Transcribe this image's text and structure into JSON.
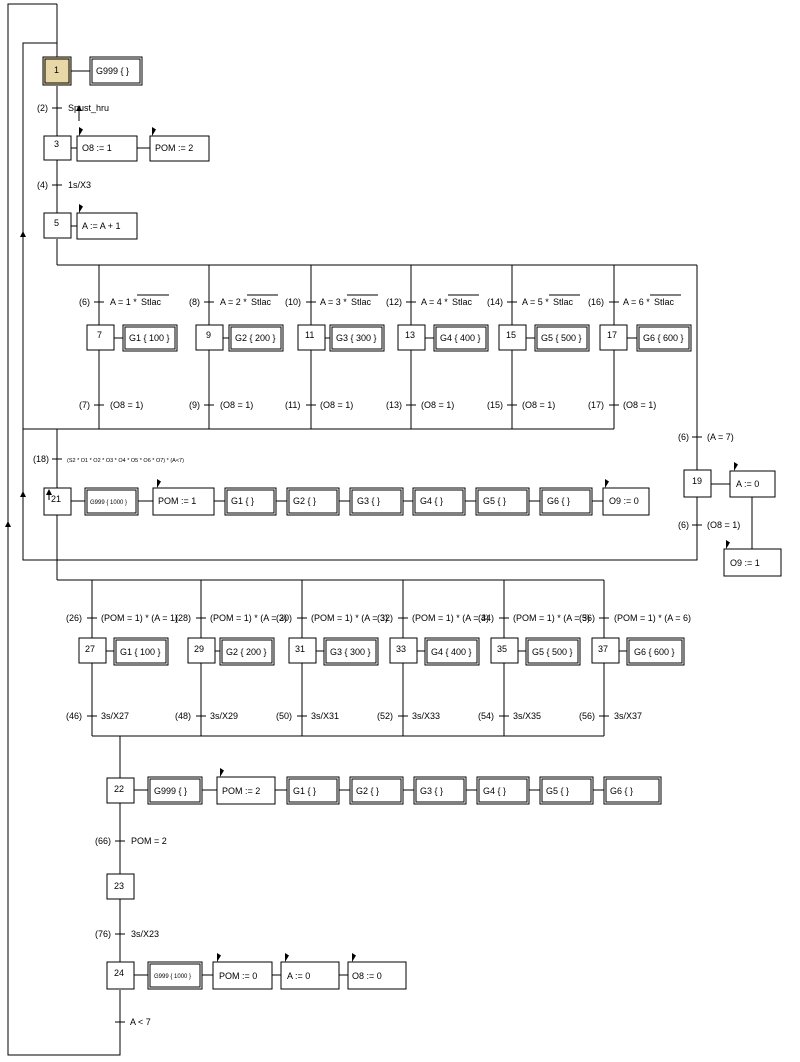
{
  "diagram": {
    "steps": {
      "s1": "1",
      "s3": "3",
      "s5": "5",
      "s7": "7",
      "s9": "9",
      "s11": "11",
      "s13": "13",
      "s15": "15",
      "s17": "17",
      "s19": "19",
      "s21": "21",
      "s27": "27",
      "s29": "29",
      "s31": "31",
      "s33": "33",
      "s35": "35",
      "s37": "37",
      "s22": "22",
      "s23": "23",
      "s24": "24"
    },
    "actions": {
      "a1": "G999 {  }",
      "a3a": "O8 := 1",
      "a3b": "POM := 2",
      "a5": "A := A + 1",
      "a7": "G1 { 100 }",
      "a9": "G2 { 200 }",
      "a11": "G3 { 300 }",
      "a13": "G4 { 400 }",
      "a15": "G5 { 500 }",
      "a17": "G6 { 600 }",
      "a19": "A := 0",
      "o9": "O9 := 1",
      "a21a": "G999 { 1000 }",
      "a21b": "POM := 1",
      "a21c": "G1 {  }",
      "a21d": "G2 {  }",
      "a21e": "G3 {  }",
      "a21f": "G4 {  }",
      "a21g": "G5 {  }",
      "a21h": "G6 {  }",
      "a21i": "O9 := 0",
      "a27": "G1 { 100 }",
      "a29": "G2 { 200 }",
      "a31": "G3 { 300 }",
      "a33": "G4 { 400 }",
      "a35": "G5 { 500 }",
      "a37": "G6 { 600 }",
      "a22a": "G999 {  }",
      "a22b": "POM := 2",
      "a22c": "G1 {  }",
      "a22d": "G2 {  }",
      "a22e": "G3 {  }",
      "a22f": "G4 {  }",
      "a22g": "G5 {  }",
      "a22h": "G6 {  }",
      "a24a": "G999 { 1000 }",
      "a24b": "POM := 0",
      "a24c": "A := 0",
      "a24d": "O8 := 0"
    },
    "transitions": {
      "t2n": "(2)",
      "t2": "Spust_hru",
      "t4n": "(4)",
      "t4": "1s/X3",
      "t6n": "(6)",
      "t6": "A = 1 *",
      "t8n": "(8)",
      "t8": "A = 2 *",
      "t10n": "(10)",
      "t10": "A = 3 *",
      "t12n": "(12)",
      "t12": "A = 4 *",
      "t14n": "(14)",
      "t14": "A = 5 *",
      "t16n": "(16)",
      "t16": "A = 6 *",
      "stlac": "Stlac",
      "t7n": "(7)",
      "t9n": "(9)",
      "t11n": "(11)",
      "t13n": "(13)",
      "t15n": "(15)",
      "t17n": "(17)",
      "o8eq1": "(O8 = 1)",
      "tA7n": "(6)",
      "tA7": "(A = 7)",
      "tO8n": "(6)",
      "tO8": "(O8 = 1)",
      "t18n": "(18)",
      "t18": "(S2 * O1 * O2 * O3 * O4 * O5 * O6 * O7) * (A<7)",
      "t26n": "(26)",
      "t26": "(POM = 1) * (A = 1)",
      "t28n": "(28)",
      "t28": "(POM = 1) * (A = 2)",
      "t30n": "(30)",
      "t30": "(POM = 1) * (A = 3)",
      "t32n": "(32)",
      "t32": "(POM = 1) * (A = 4)",
      "t34n": "(34)",
      "t34": "(POM = 1) * (A = 5)",
      "t36n": "(36)",
      "t36": "(POM = 1) * (A = 6)",
      "t46n": "(46)",
      "t46": "3s/X27",
      "t48n": "(48)",
      "t48": "3s/X29",
      "t50n": "(50)",
      "t50": "3s/X31",
      "t52n": "(52)",
      "t52": "3s/X33",
      "t54n": "(54)",
      "t54": "3s/X35",
      "t56n": "(56)",
      "t56": "3s/X37",
      "t66n": "(66)",
      "t66": "POM = 2",
      "t76n": "(76)",
      "t76": "3s/X23",
      "tlast": "A < 7"
    },
    "colors": {
      "initial_step": "#e8d8a8",
      "line": "#000000"
    }
  }
}
